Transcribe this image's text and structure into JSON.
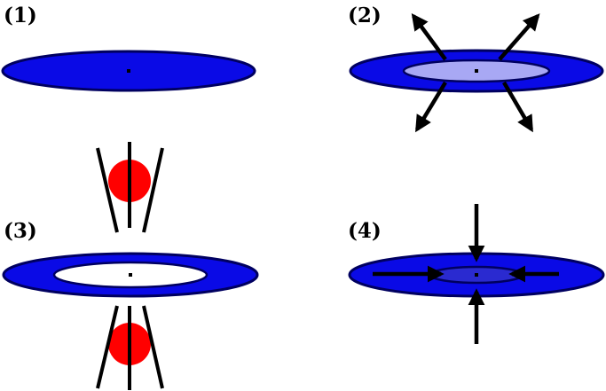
{
  "panels": [
    {
      "label": "(1)"
    },
    {
      "label": "(2)"
    },
    {
      "label": "(3)"
    },
    {
      "label": "(4)"
    }
  ],
  "colors": {
    "disk_fill": "#0a0ae6",
    "disk_edge": "#000060",
    "inner_highlight": "#a8a8f4",
    "inner_dim": "#2a2ad0",
    "hole": "#ffffff",
    "ball": "#ff0000",
    "arrow": "#000000"
  },
  "icons": [
    "outward-arrow",
    "inward-arrow",
    "laser-beam",
    "hot-spot"
  ]
}
